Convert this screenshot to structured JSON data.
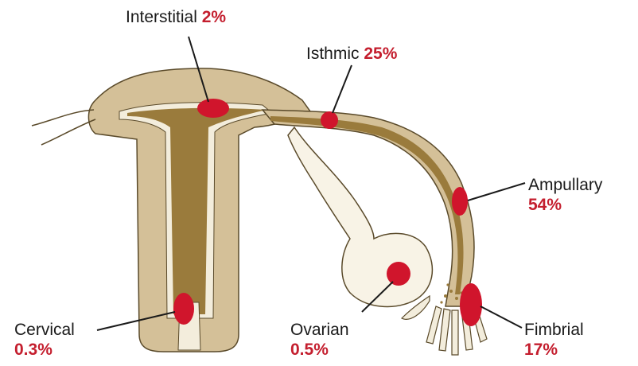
{
  "sites": {
    "interstitial": {
      "name": "Interstitial",
      "pct": "2%"
    },
    "isthmic": {
      "name": "Isthmic",
      "pct": "25%"
    },
    "ampullary": {
      "name": "Ampullary",
      "pct": "54%"
    },
    "fimbrial": {
      "name": "Fimbrial",
      "pct": "17%"
    },
    "ovarian": {
      "name": "Ovarian",
      "pct": "0.5%"
    },
    "cervical": {
      "name": "Cervical",
      "pct": "0.3%"
    }
  },
  "colors": {
    "tissue": "#d4c098",
    "cavity": "#9a7b3c",
    "lining": "#f3eddc",
    "site": "#d0152c",
    "outline": "#5a4a2a"
  }
}
